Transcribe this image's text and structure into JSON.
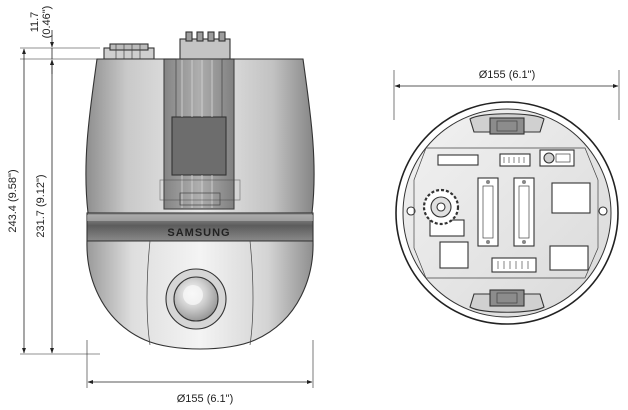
{
  "dimensions": {
    "overall_height": "243.4 (9.58\")",
    "body_height": "231.7 (9.12\")",
    "top_offset_a": "11.7",
    "top_offset_b": "(0.46\")",
    "bottom_diameter": "Ø155 (6.1\")",
    "top_view_diameter": "Ø155 (6.1\")"
  },
  "camera": {
    "brand": "SAMSUNG"
  },
  "colors": {
    "line": "#222222",
    "body_gray": "#b9b9b9",
    "band_dark": "#6f6f6f",
    "dome_light": "#e2e2e2"
  }
}
